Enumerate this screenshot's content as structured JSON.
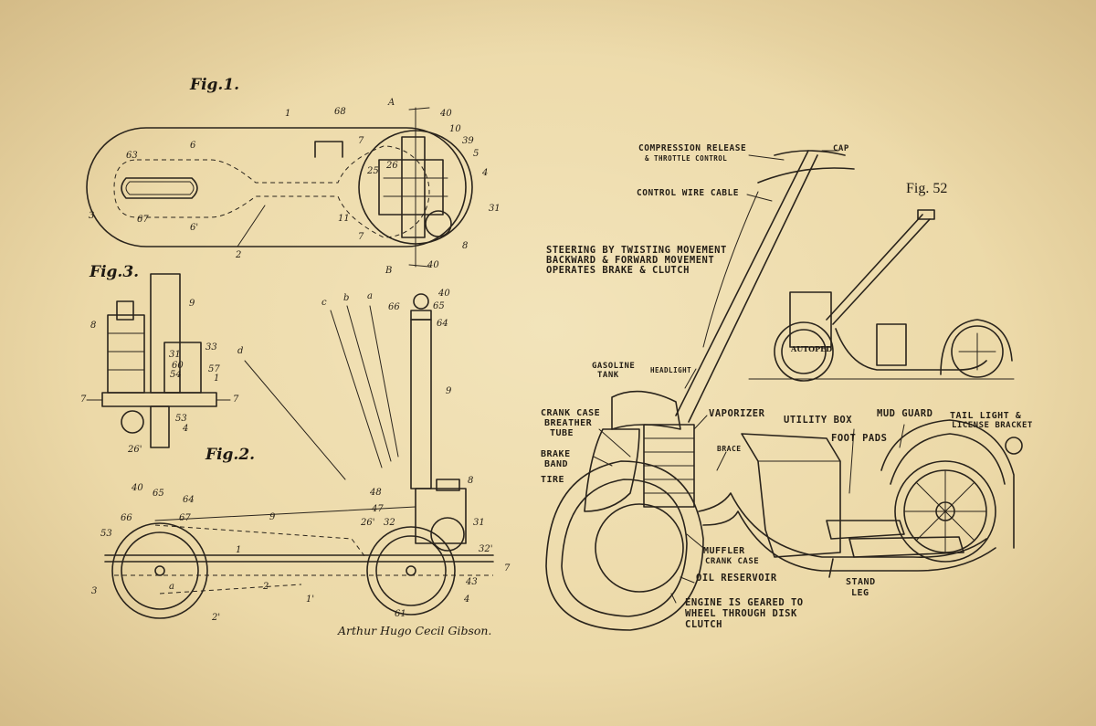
{
  "figures": {
    "fig1": "Fig.1.",
    "fig2": "Fig.2.",
    "fig3": "Fig.3.",
    "fig52": "Fig. 52"
  },
  "signature": "Arthur Hugo Cecil Gibson.",
  "badge_text": "AUTOPED",
  "fig1_labels": [
    "1",
    "68",
    "A",
    "40",
    "10",
    "39",
    "7",
    "5",
    "26",
    "25",
    "4",
    "31",
    "63",
    "6",
    "3",
    "67",
    "6'",
    "11",
    "7",
    "8",
    "2",
    "40",
    "B"
  ],
  "fig3_labels": [
    "9",
    "8",
    "31",
    "33",
    "60",
    "57",
    "54",
    "1",
    "7",
    "7",
    "53",
    "4",
    "26'"
  ],
  "fig2_labels": [
    "c",
    "b",
    "a",
    "66",
    "40",
    "65",
    "64",
    "d",
    "9",
    "8",
    "48",
    "47",
    "26'",
    "32",
    "31",
    "32'",
    "7",
    "43",
    "4",
    "61",
    "40",
    "65",
    "64",
    "66",
    "67",
    "9",
    "53",
    "1",
    "3",
    "2",
    "1'",
    "2'",
    "a"
  ],
  "callouts": {
    "compression": "COMPRESSION RELEASE",
    "throttle": "& THROTTLE CONTROL",
    "cap": "CAP",
    "control_wire": "CONTROL WIRE CABLE",
    "steering_1": "STEERING BY TWISTING MOVEMENT",
    "steering_2": "BACKWARD & FORWARD MOVEMENT",
    "steering_3": "OPERATES BRAKE & CLUTCH",
    "gasoline": "GASOLINE",
    "tank": "TANK",
    "headlight": "HEADLIGHT",
    "crank_breather_1": "CRANK CASE",
    "crank_breather_2": "BREATHER",
    "crank_breather_3": "TUBE",
    "vaporizer": "VAPORIZER",
    "utility_box": "UTILITY BOX",
    "mud_guard": "MUD GUARD",
    "tail_light_1": "TAIL LIGHT &",
    "tail_light_2": "LICENSE BRACKET",
    "foot_pads": "FOOT PADS",
    "brake_band_1": "BRAKE",
    "brake_band_2": "BAND",
    "brace": "BRACE",
    "tire": "TIRE",
    "muffler": "MUFFLER",
    "crank_case": "CRANK CASE",
    "oil_reservoir": "OIL RESERVOIR",
    "stand_leg_1": "STAND",
    "stand_leg_2": "LEG",
    "engine_1": "ENGINE IS GEARED TO",
    "engine_2": "WHEEL THROUGH DISK",
    "engine_3": "CLUTCH"
  },
  "colors": {
    "paper": "#ecd9a8",
    "ink": "#2a241c"
  }
}
